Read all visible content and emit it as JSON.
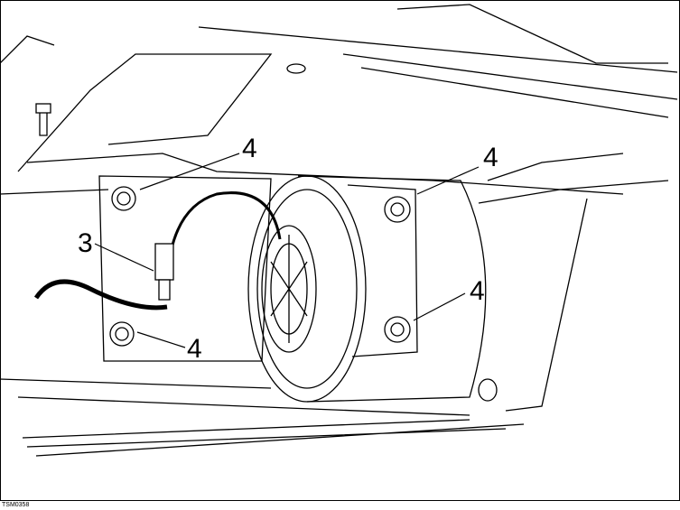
{
  "figure": {
    "callouts": [
      "4",
      "4",
      "3",
      "4",
      "4"
    ],
    "figure_code": "TSM0358"
  }
}
